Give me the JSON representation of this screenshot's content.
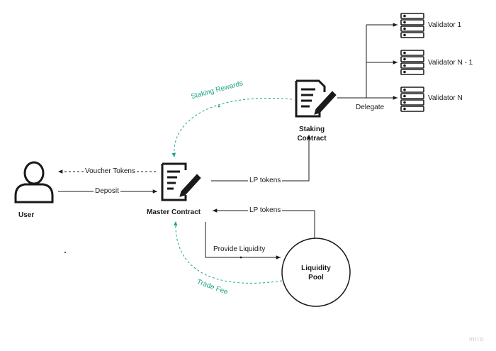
{
  "nodes": {
    "user": "User",
    "master_contract": "Master Contract",
    "staking_contract": [
      "Staking",
      "Contract"
    ],
    "liquidity_pool": [
      "Liquidity",
      "Pool"
    ]
  },
  "validators": [
    "Validator 1",
    "Validator N - 1",
    "Validator N"
  ],
  "edges": {
    "voucher_tokens": "Voucher Tokens",
    "deposit": "Deposit",
    "lp_tokens_to_staking": "LP tokens",
    "lp_tokens_from_pool": "LP tokens",
    "provide_liquidity": "Provide Liquidity",
    "delegate": "Delegate",
    "staking_rewards": "Staking Rewards",
    "trade_fee": "Trade Fee"
  },
  "brand": "miro",
  "colors": {
    "line": "#1a1a1a",
    "accent": "#1aa58a"
  }
}
